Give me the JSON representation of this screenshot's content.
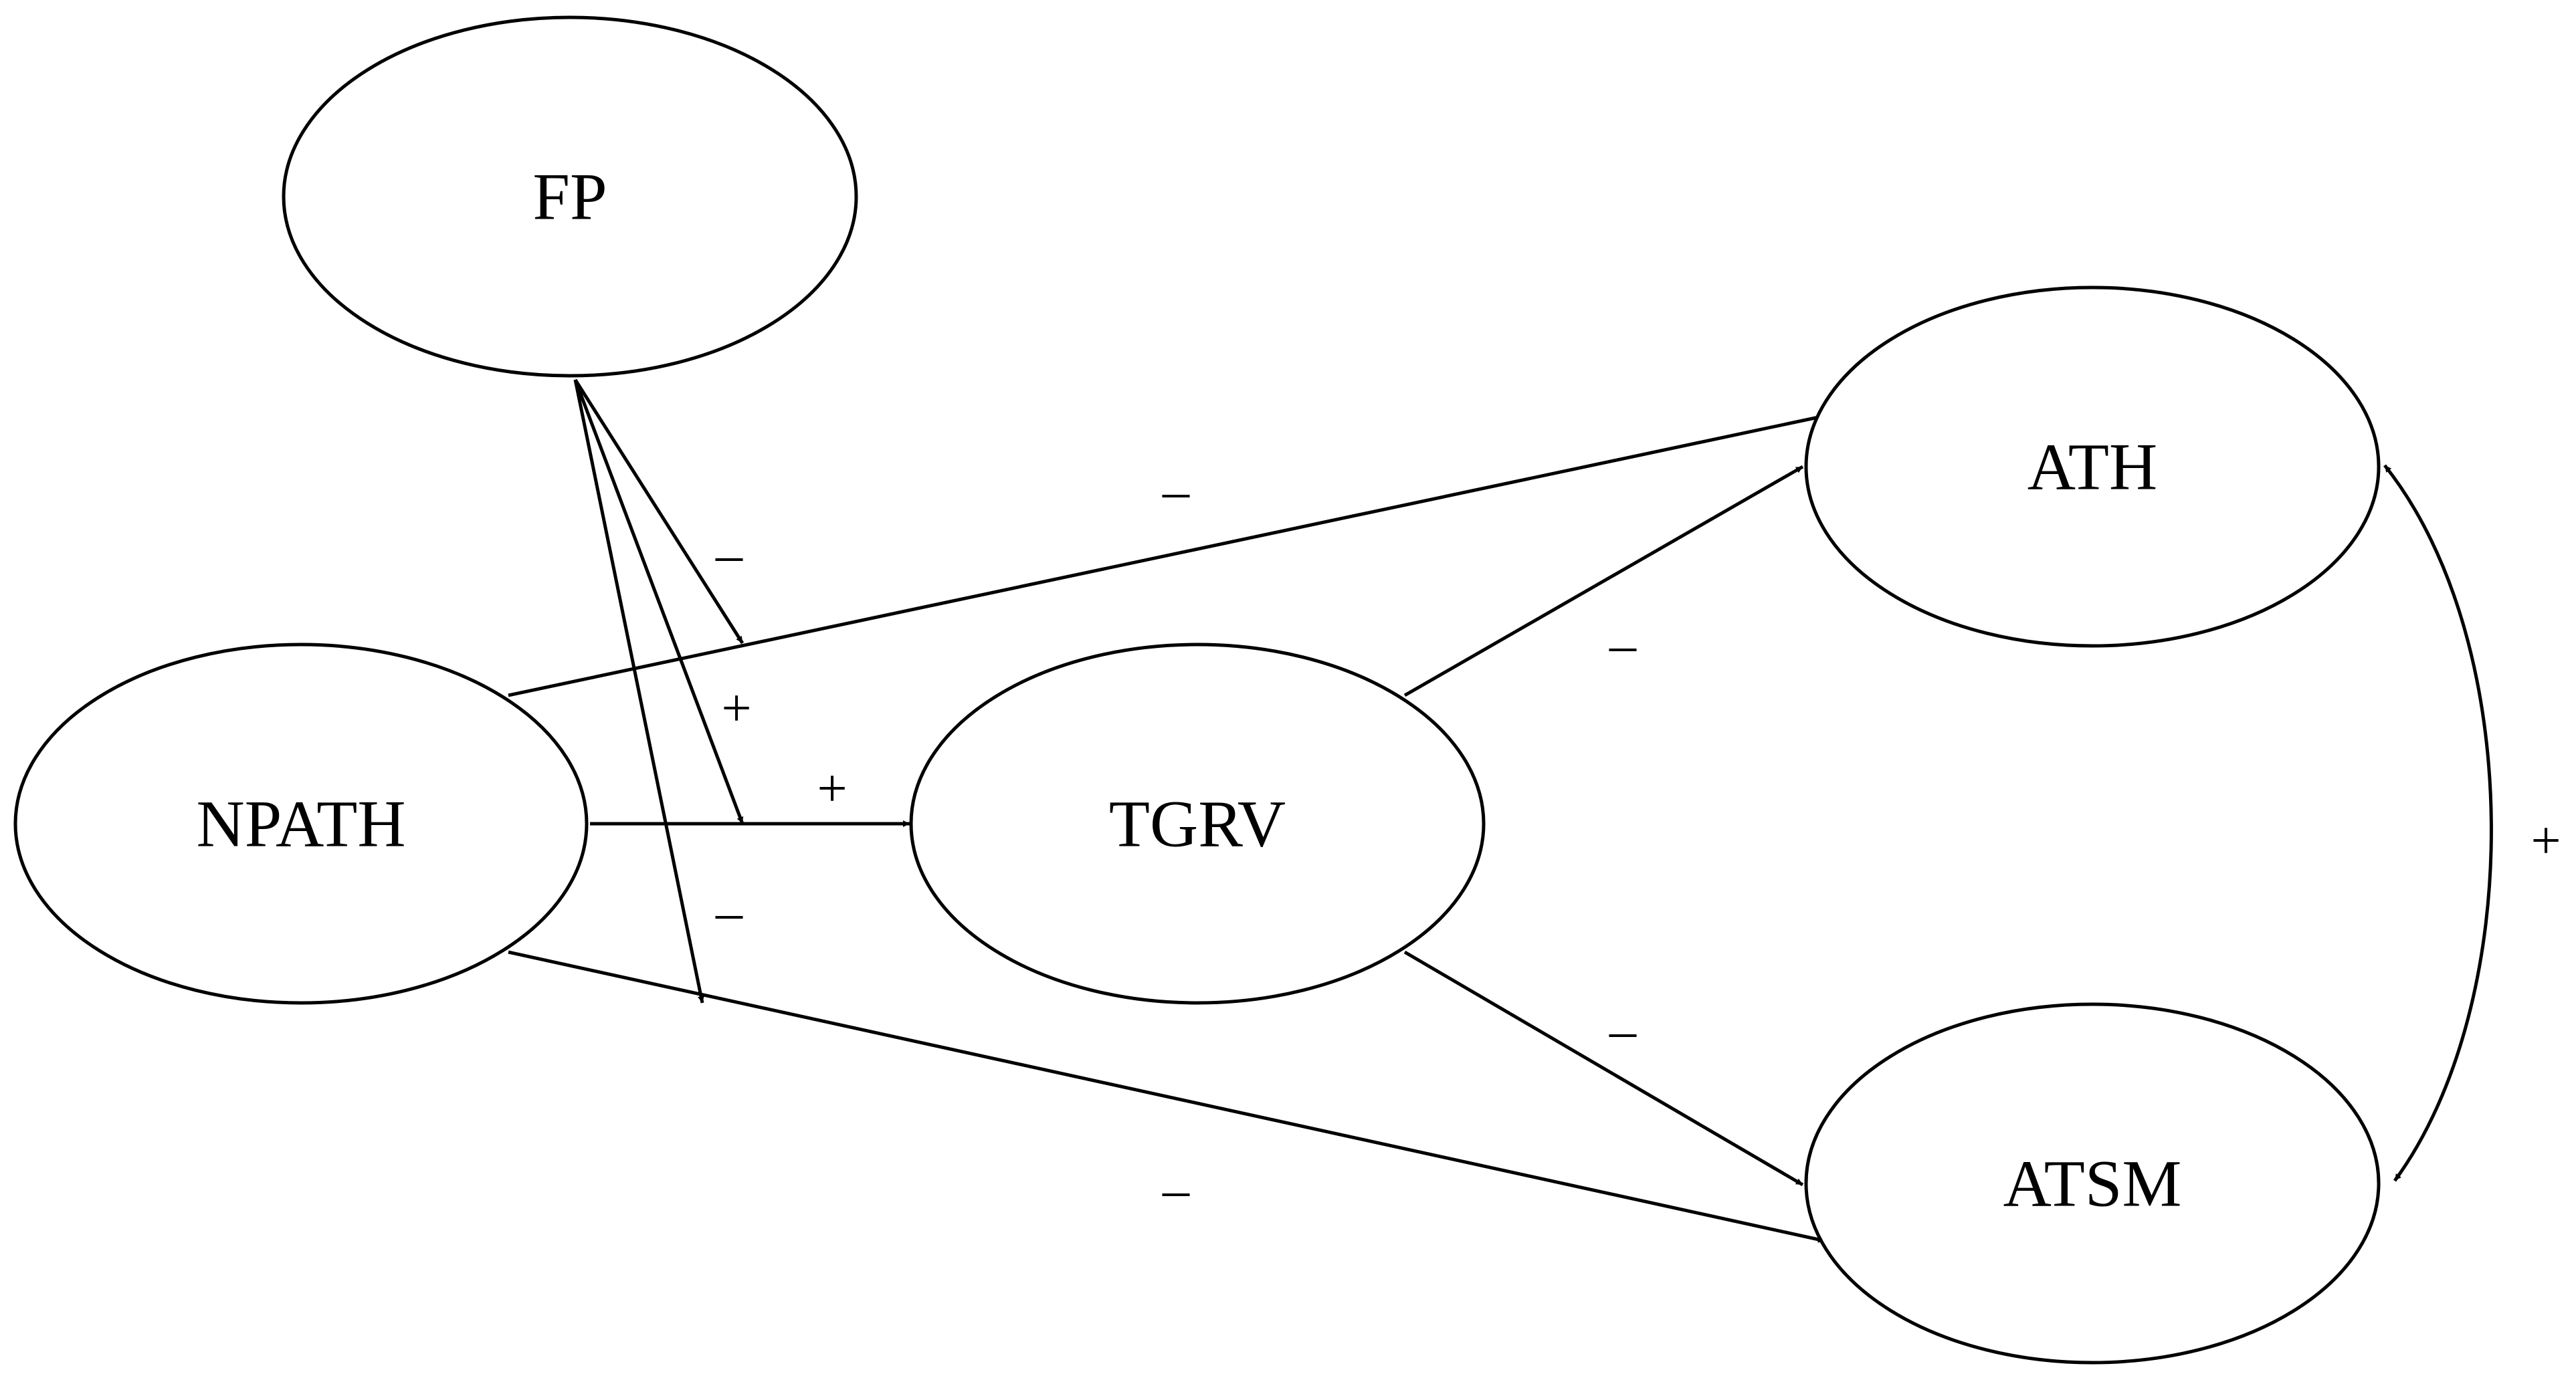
{
  "nodes": {
    "fp": "FP",
    "npath": "NPATH",
    "tgrv": "TGRV",
    "ath": "ATH",
    "atsm": "ATSM"
  },
  "edge_signs": {
    "npath_ath": "–",
    "npath_tgrv": "+",
    "npath_atsm": "–",
    "fp_mod_ath": "–",
    "fp_mod_tgrv": "+",
    "fp_mod_atsm": "–",
    "tgrv_ath": "–",
    "tgrv_atsm": "–",
    "ath_atsm": "+"
  }
}
